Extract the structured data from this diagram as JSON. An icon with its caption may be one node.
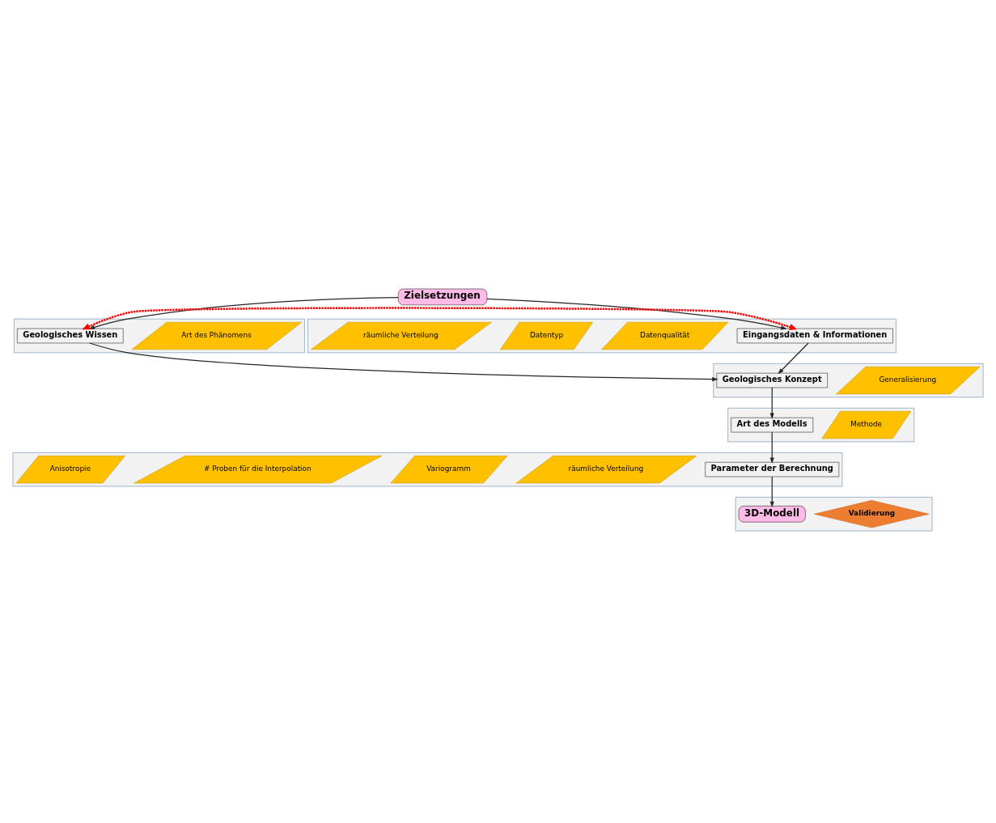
{
  "diagram": {
    "nodes": [
      {
        "text": [
          "Zielsetzungen"
        ]
      },
      {
        "text": [],
        "shape": "box"
      },
      {
        "text": [
          "Art des Phänomens"
        ],
        "in": 1
      },
      {
        "text": [
          "Geologisches Wissen"
        ],
        "in": 1
      },
      {
        "text": [],
        "shape": "box"
      },
      {
        "text": [
          "Eingangsdaten & Informationen"
        ],
        "in": 4
      },
      {
        "text": [
          "Datenqualität"
        ],
        "in": 4
      },
      {
        "text": [
          "Datentyp"
        ],
        "in": 4
      },
      {
        "text": [
          "räumliche Verteilung"
        ],
        "in": 4
      },
      {
        "text": [],
        "shape": "box"
      },
      {
        "text": [
          "Generalisierung"
        ],
        "in": 9
      },
      {
        "text": [
          "Geologisches Konzept"
        ],
        "in": 9
      },
      {
        "text": [],
        "shape": "box"
      },
      {
        "text": [
          "Methode"
        ],
        "in": 12
      },
      {
        "text": [
          "Art des Modells"
        ],
        "in": 12
      },
      {
        "text": [],
        "shape": "box"
      },
      {
        "text": [
          "Parameter der Berechnung"
        ],
        "in": 15
      },
      {
        "text": [
          "räumliche Verteilung"
        ],
        "in": 15
      },
      {
        "text": [
          "Variogramm"
        ],
        "in": 15
      },
      {
        "text": [
          "# Proben für die Interpolation"
        ],
        "in": 15
      },
      {
        "text": [
          "Anisotropie"
        ],
        "in": 15
      },
      {
        "text": [],
        "shape": "box"
      },
      {
        "text": [
          "Validierung"
        ],
        "in": 21
      },
      {
        "text": [
          "3D-Modell"
        ],
        "in": 21
      }
    ],
    "edges": [
      {
        "from": 0,
        "to": 3,
        "arrow": "to"
      },
      {
        "from": 0,
        "to": 5,
        "arrow": "to"
      },
      {
        "from": 3,
        "to": 5,
        "arrow": "both",
        "style": "dashed",
        "color": "#ff0000"
      },
      {
        "from": 3,
        "to": 11,
        "arrow": "to"
      },
      {
        "from": 5,
        "to": 11,
        "arrow": "to"
      },
      {
        "from": 11,
        "to": 14,
        "arrow": "to"
      },
      {
        "from": 14,
        "to": 16,
        "arrow": "to"
      },
      {
        "from": 16,
        "to": 23,
        "arrow": "to"
      }
    ]
  }
}
